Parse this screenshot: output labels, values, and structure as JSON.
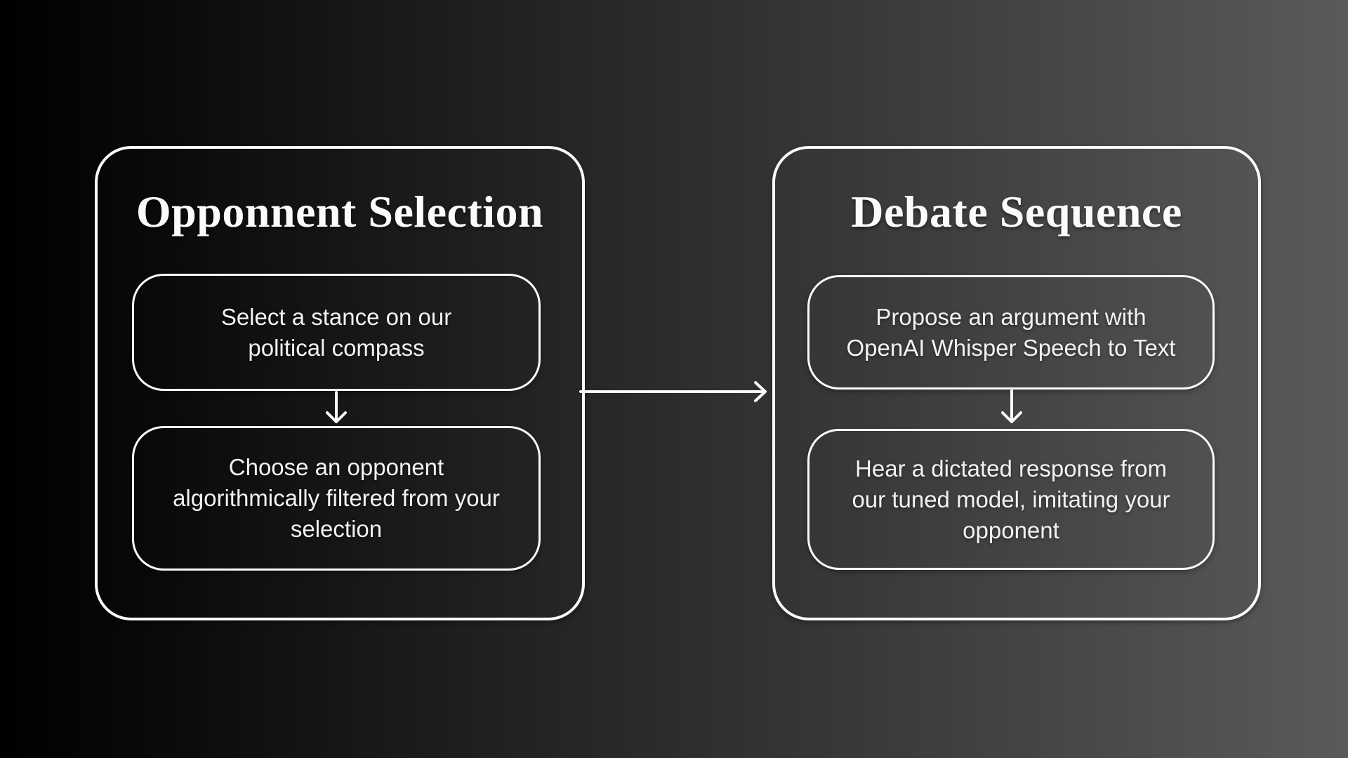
{
  "diagram": {
    "panels": [
      {
        "title": "Opponnent Selection",
        "steps": [
          "Select a stance on our\npolitical compass",
          "Choose an opponent\nalgorithmically filtered from your\nselection"
        ]
      },
      {
        "title": "Debate Sequence",
        "steps": [
          "Propose an argument with\nOpenAI Whisper Speech to Text",
          "Hear a dictated response from\nour tuned model, imitating your\nopponent"
        ]
      }
    ],
    "colors": {
      "background_gradient_left": "#000000",
      "background_gradient_right": "#5a5a5a",
      "stroke": "#fafafa",
      "text": "#f2f2f2"
    }
  }
}
